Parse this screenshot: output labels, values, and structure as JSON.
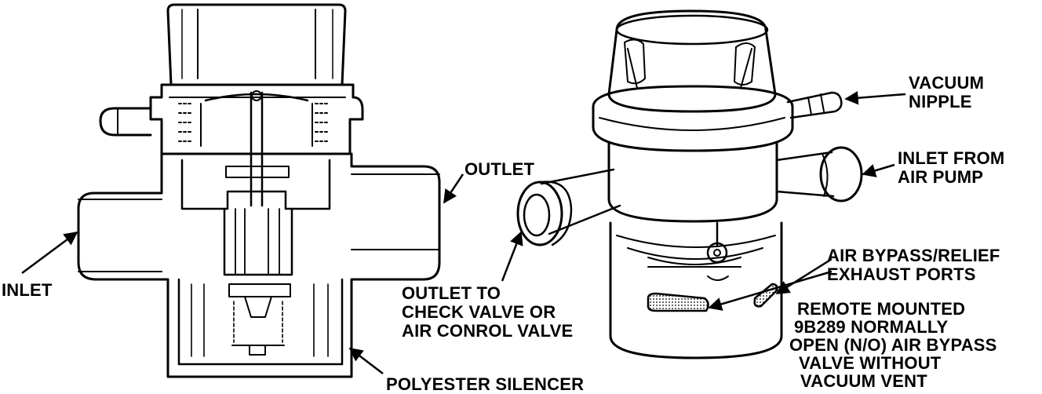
{
  "colors": {
    "ink": "#000000",
    "paper": "#ffffff"
  },
  "labels": {
    "inlet": "INLET",
    "outlet": "OUTLET",
    "polyester_silencer": "POLYESTER SILENCER",
    "outlet_to_check": [
      "OUTLET TO",
      "CHECK VALVE OR",
      "AIR CONROL VALVE"
    ],
    "vacuum_nipple": [
      "VACUUM",
      "NIPPLE"
    ],
    "inlet_from_pump": [
      "INLET FROM",
      "AIR PUMP"
    ],
    "bypass_ports": [
      "AIR BYPASS/RELIEF",
      "EXHAUST PORTS"
    ],
    "remote_mounted": [
      "REMOTE MOUNTED",
      "9B289 NORMALLY",
      "OPEN (N/O) AIR BYPASS",
      "VALVE WITHOUT",
      "VACUUM VENT"
    ]
  }
}
